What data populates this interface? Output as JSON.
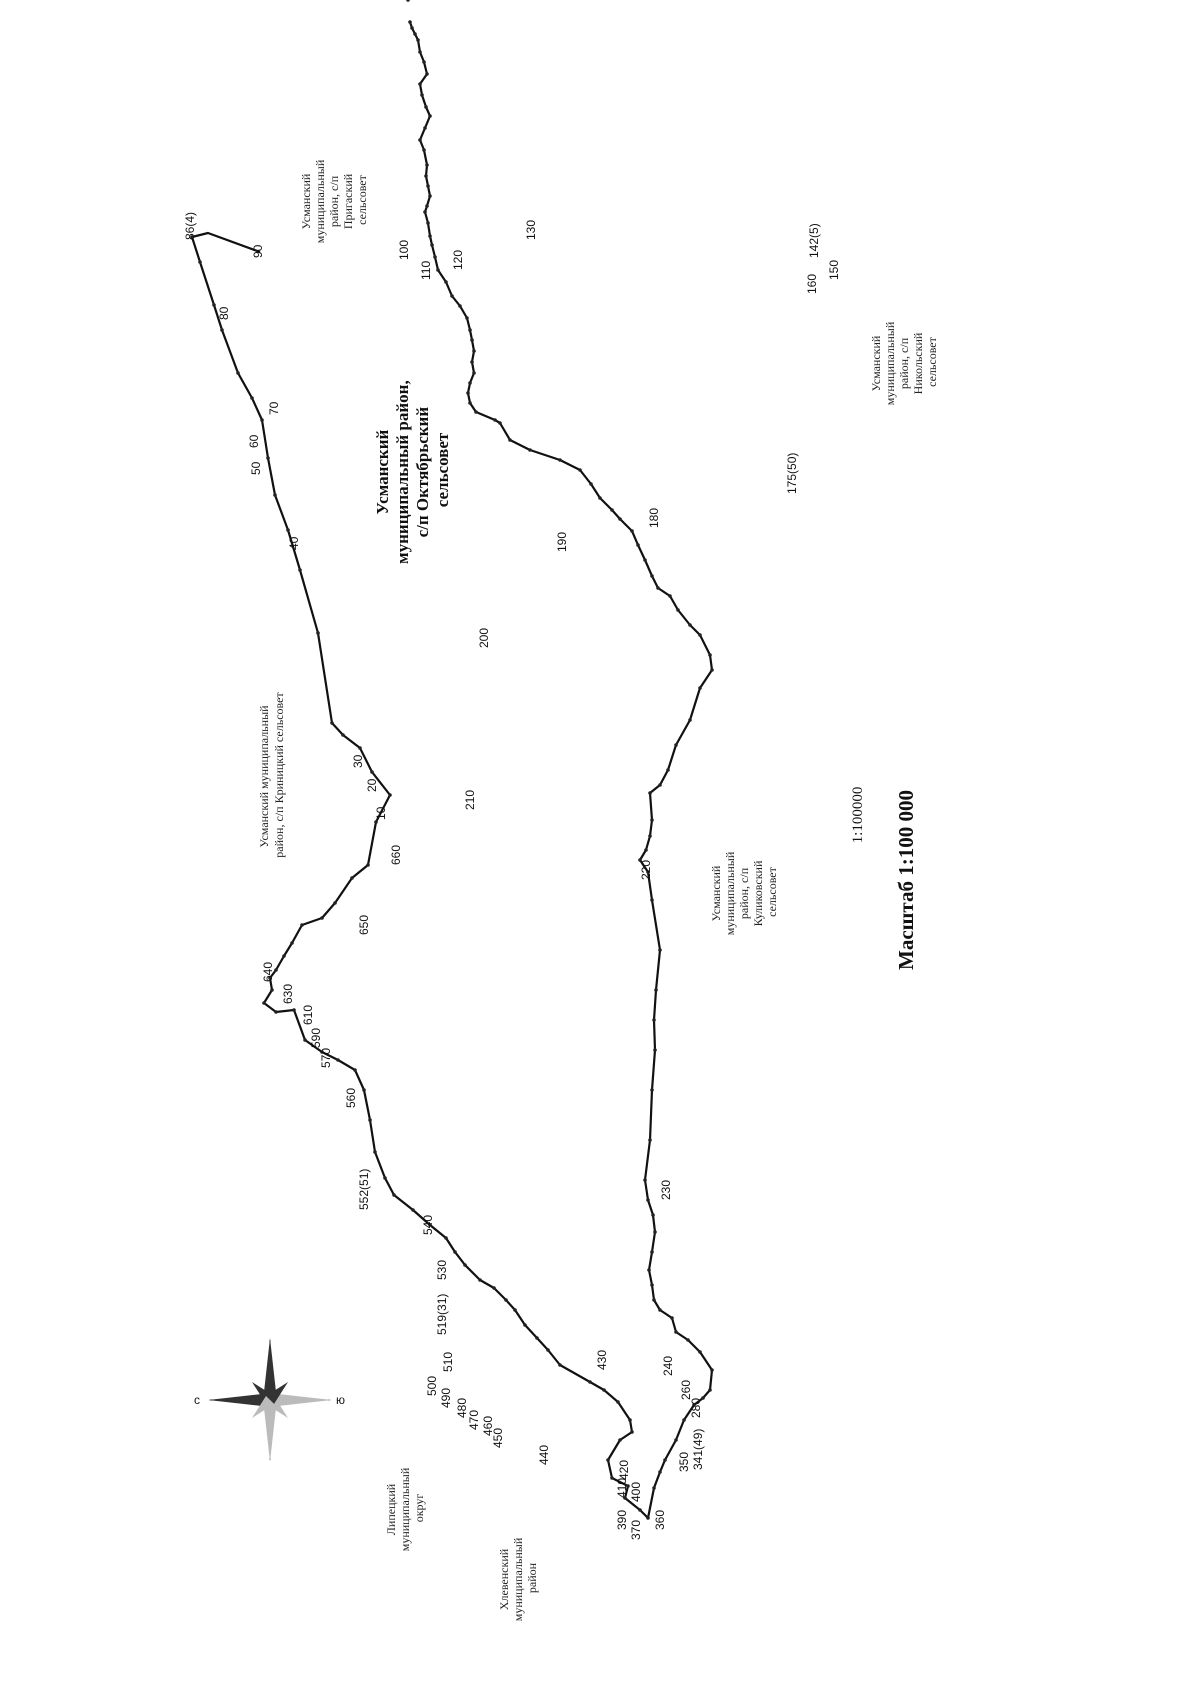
{
  "map": {
    "scale_small": "1:100000",
    "scale_big": "Масштаб 1:100 000",
    "regions": {
      "main": [
        "Усманский",
        "муниципальный район,",
        "с/п Октябрьский",
        "сельсовет"
      ],
      "top_right": [
        "Усманский",
        "муниципальный",
        "район, с/п",
        "Пригаский",
        "сельсовет"
      ],
      "right": [
        "Усманский",
        "муниципальный",
        "район, с/п",
        "Никольский",
        "сельсовет"
      ],
      "left": [
        "Усманский муниципальный",
        "район, с/п Криницкий сельсовет"
      ],
      "center_bottom": [
        "Усманский",
        "муниципальный",
        "район, с/п",
        "Куликовский",
        "сельсовет"
      ],
      "lipetsk": [
        "Липецкий",
        "муниципальный",
        "округ"
      ],
      "khlevnoe": [
        "Хлевенский",
        "муниципальный",
        "район"
      ]
    },
    "points": [
      "86(4)",
      "90",
      "80",
      "70",
      "60",
      "50",
      "40",
      "30",
      "20",
      "10",
      "660",
      "650",
      "640",
      "630",
      "610",
      "590",
      "570",
      "560",
      "552(51)",
      "540",
      "530",
      "519(31)",
      "510",
      "500",
      "490",
      "480",
      "470",
      "460",
      "450",
      "440",
      "430",
      "420",
      "410",
      "400",
      "390",
      "370",
      "360",
      "350",
      "341(49)",
      "280",
      "260",
      "240",
      "230",
      "220",
      "210",
      "200",
      "190",
      "180",
      "175(50)",
      "160",
      "150",
      "142(5)",
      "130",
      "120",
      "110",
      "100"
    ],
    "compass": {
      "n": "с",
      "s": "ю"
    }
  }
}
